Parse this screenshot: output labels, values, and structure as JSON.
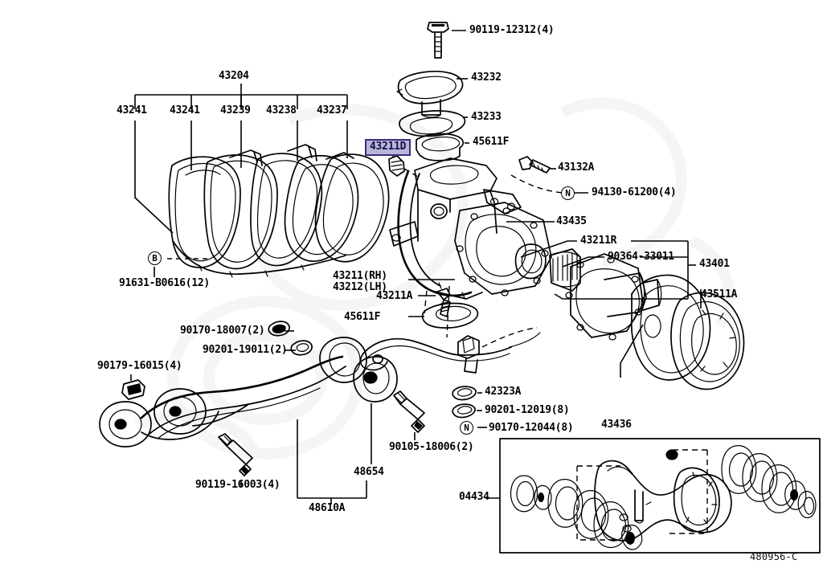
{
  "diagram": {
    "code": "480956-C",
    "title_group": "43204",
    "background_color": "#ffffff",
    "line_color": "#000000",
    "highlight_fill": "#b9b6da",
    "highlight_border": "#3a2f7a",
    "highlight_text": "#12104a"
  },
  "highlighted_part": {
    "number": "43211D"
  },
  "bracket_top": {
    "group_label": "43204",
    "members": [
      "43241",
      "43241",
      "43239",
      "43238",
      "43237"
    ]
  },
  "callouts": [
    {
      "id": "c01",
      "text": "90119-12312(4)"
    },
    {
      "id": "c02",
      "text": "43232"
    },
    {
      "id": "c03",
      "text": "43233"
    },
    {
      "id": "c04",
      "text": "45611F"
    },
    {
      "id": "c05",
      "text": "43132A"
    },
    {
      "id": "c06",
      "text": "94130-61200(4)"
    },
    {
      "id": "c07",
      "text": "43435"
    },
    {
      "id": "c08",
      "text": "43211R"
    },
    {
      "id": "c09",
      "text": "90364-33011"
    },
    {
      "id": "c10",
      "text": "43401"
    },
    {
      "id": "c11",
      "text": "43511A"
    },
    {
      "id": "c12",
      "text": "43436"
    },
    {
      "id": "c13",
      "text": "43211(RH)"
    },
    {
      "id": "c14",
      "text": "43212(LH)"
    },
    {
      "id": "c15",
      "text": "43211A"
    },
    {
      "id": "c16",
      "text": "45611F"
    },
    {
      "id": "c17",
      "text": "91631-B0616(12)"
    },
    {
      "id": "c18",
      "text": "90170-18007(2)"
    },
    {
      "id": "c19",
      "text": "90201-19011(2)"
    },
    {
      "id": "c20",
      "text": "90179-16015(4)"
    },
    {
      "id": "c21",
      "text": "90119-16003(4)"
    },
    {
      "id": "c22",
      "text": "48610A"
    },
    {
      "id": "c23",
      "text": "48654"
    },
    {
      "id": "c24",
      "text": "90105-18006(2)"
    },
    {
      "id": "c25",
      "text": "42323A"
    },
    {
      "id": "c26",
      "text": "90201-12019(8)"
    },
    {
      "id": "c27",
      "text": "90170-12044(8)"
    },
    {
      "id": "c28",
      "text": "04434"
    },
    {
      "id": "c29",
      "text": "43241"
    },
    {
      "id": "c30",
      "text": "43241"
    },
    {
      "id": "c31",
      "text": "43239"
    },
    {
      "id": "c32",
      "text": "43238"
    },
    {
      "id": "c33",
      "text": "43237"
    },
    {
      "id": "c34",
      "text": "43204"
    }
  ],
  "circle_markers": [
    {
      "id": "m-n1",
      "letter": "N"
    },
    {
      "id": "m-b1",
      "letter": "B"
    },
    {
      "id": "m-n2",
      "letter": "N"
    }
  ]
}
